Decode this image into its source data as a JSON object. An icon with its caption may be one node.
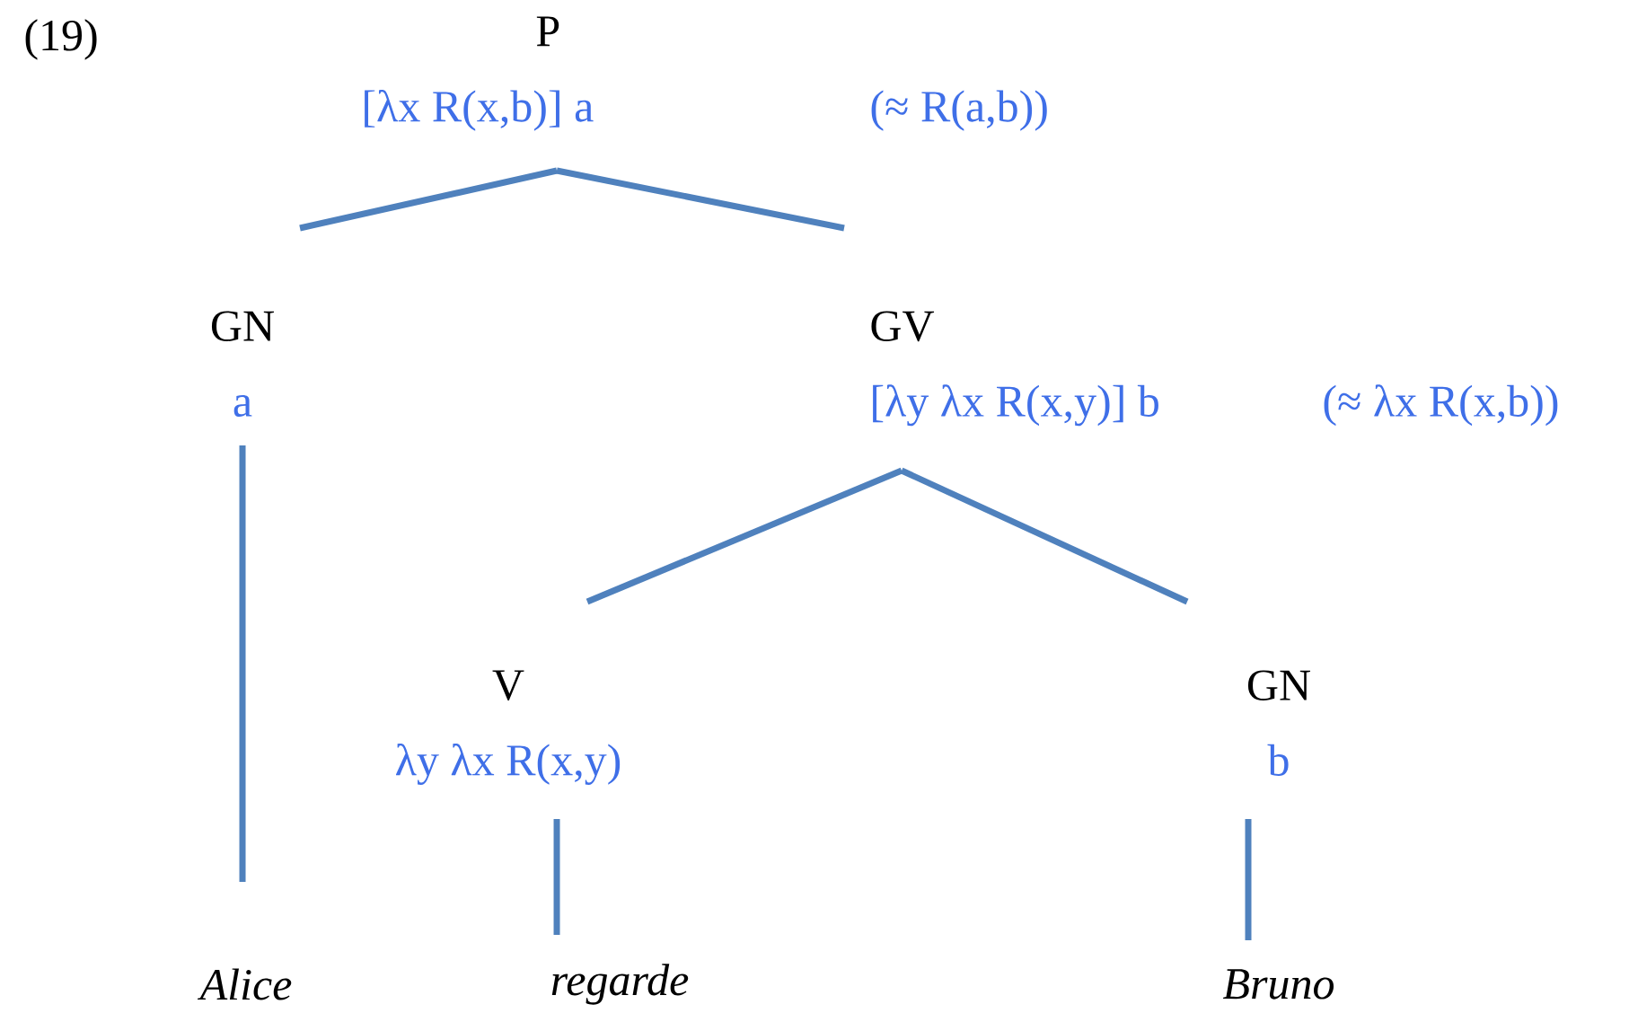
{
  "diagram": {
    "nodes": [
      {
        "text": [
          "P",
          "[λx R(x,b)] a"
        ],
        "beside": [
          "(≈ R(a,b))"
        ]
      },
      {
        "text": [
          "GN",
          "a"
        ]
      },
      {
        "text": [
          "GV",
          "[λy λx R(x,y)] b"
        ],
        "beside": [
          "(≈  λx R(x,b))"
        ]
      },
      {
        "text": [
          "V",
          "λy λx R(x,y)"
        ]
      },
      {
        "text": [
          "GN",
          "b"
        ]
      },
      {
        "text": [
          "Alice"
        ]
      },
      {
        "text": [
          "regarde"
        ]
      },
      {
        "text": [
          "Bruno"
        ]
      }
    ],
    "edges": [
      {
        "from": 0,
        "to": 1,
        "arrow": "none"
      },
      {
        "from": 0,
        "to": 2,
        "arrow": "none"
      },
      {
        "from": 1,
        "to": 5,
        "arrow": "none"
      },
      {
        "from": 2,
        "to": 3,
        "arrow": "none"
      },
      {
        "from": 2,
        "to": 4,
        "arrow": "none"
      },
      {
        "from": 3,
        "to": 6,
        "arrow": "none"
      },
      {
        "from": 4,
        "to": 7,
        "arrow": "none"
      }
    ],
    "labels": [
      "(19)"
    ]
  }
}
